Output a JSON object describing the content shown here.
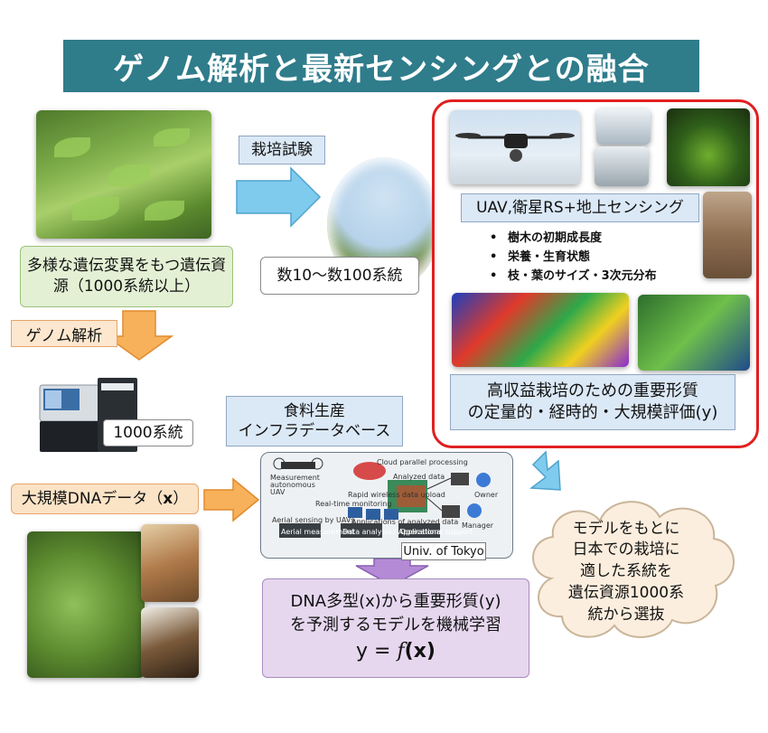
{
  "title": "ゲノム解析と最新センシングとの融合",
  "left": {
    "genetic_resource": "多様な遺伝変異をもつ遺伝資源（1000系統以上）",
    "genome_analysis": "ゲノム解析",
    "lines_1000": "1000系統",
    "dna_data": "大規模DNAデータ（",
    "dna_var": "x",
    "dna_close": "）"
  },
  "middle": {
    "cultivation_trial": "栽培試験",
    "lines_range": "数10〜数100系統",
    "food_db_line1": "食料生産",
    "food_db_line2": "インフラデータベース",
    "univ": "Univ. of Tokyo",
    "infra_ui": {
      "cloud": "Cloud parallel processing",
      "analyzed": "Analyzed data",
      "owner": "Owner",
      "manager": "Manager",
      "uav": "Measurement autonomous UAV",
      "realtime": "Real-time monitoring",
      "rapid": "Rapid wireless data upload",
      "aerial": "Aerial measurement",
      "data": "Data analysis / Applications",
      "operational": "Operational support",
      "apps": "Applications of analyzed data",
      "sensing": "Aerial sensing by UAVs"
    }
  },
  "right": {
    "sensing_label": "UAV,衛星RS+地上センシング",
    "traits": [
      "樹木の初期成長度",
      "栄養・生育状態",
      "枝・葉のサイズ・3次元分布"
    ],
    "evaluation_line1": "高収益栽培のための重要形質",
    "evaluation_line2": "の定量的・経時的・大規模評価(y)"
  },
  "model": {
    "line1": "DNA多型(x)から重要形質(y)",
    "line2": "を予測するモデルを機械学習",
    "formula_lhs": "y = ",
    "formula_f": "f",
    "formula_rhs": "(x)"
  },
  "cloud": {
    "lines": [
      "モデルをもとに",
      "日本での栽培に",
      "適した系統を",
      "遺伝資源1000系",
      "統から選抜"
    ]
  },
  "colors": {
    "banner": "#2f7c8b",
    "frame": "#e02020",
    "arrow_blue": "#6ec3e8",
    "arrow_orange": "#f5a446",
    "arrow_purple": "#a57bc9",
    "model_bg": "#e6d7ef"
  }
}
